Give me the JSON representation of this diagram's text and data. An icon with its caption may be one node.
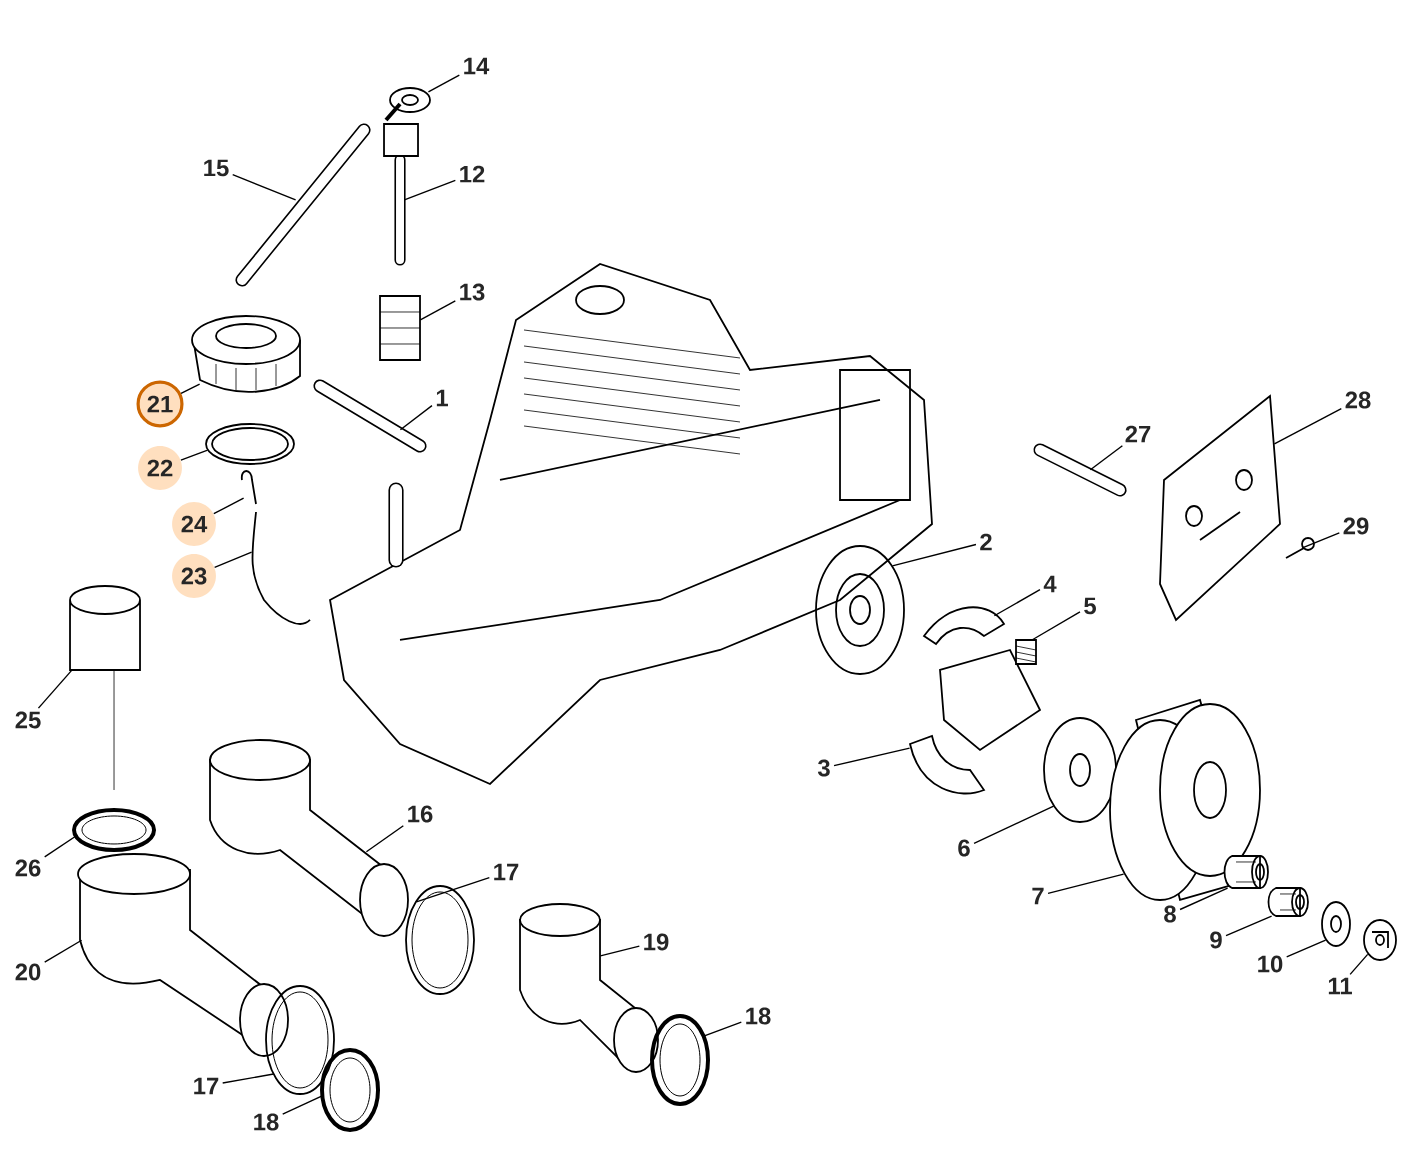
{
  "diagram": {
    "nodes": [
      {
        "text": [
          "14"
        ]
      },
      {
        "text": [
          "15"
        ]
      },
      {
        "text": [
          "12"
        ]
      },
      {
        "text": [
          "13"
        ]
      },
      {
        "text": [
          "28"
        ]
      },
      {
        "text": [
          "1"
        ]
      },
      {
        "text": [
          "21"
        ]
      },
      {
        "text": [
          "27"
        ]
      },
      {
        "text": [
          "22"
        ]
      },
      {
        "text": [
          "24"
        ]
      },
      {
        "text": [
          "29"
        ]
      },
      {
        "text": [
          "2"
        ]
      },
      {
        "text": [
          "23"
        ]
      },
      {
        "text": [
          "4"
        ]
      },
      {
        "text": [
          "5"
        ]
      },
      {
        "text": [
          "25"
        ]
      },
      {
        "text": [
          "3"
        ]
      },
      {
        "text": [
          "16"
        ]
      },
      {
        "text": [
          "6"
        ]
      },
      {
        "text": [
          "26"
        ]
      },
      {
        "text": [
          "17"
        ]
      },
      {
        "text": [
          "7"
        ]
      },
      {
        "text": [
          "8"
        ]
      },
      {
        "text": [
          "9"
        ]
      },
      {
        "text": [
          "19"
        ]
      },
      {
        "text": [
          "10"
        ]
      },
      {
        "text": [
          "20"
        ]
      },
      {
        "text": [
          "11"
        ]
      },
      {
        "text": [
          "18"
        ]
      },
      {
        "text": [
          "17"
        ]
      },
      {
        "text": [
          "18"
        ]
      },
      {
        "text": [],
        "shape": "picture"
      },
      {
        "text": [],
        "shape": "picture"
      },
      {
        "text": [],
        "shape": "picture"
      },
      {
        "text": [],
        "shape": "picture"
      },
      {
        "text": [],
        "shape": "picture"
      },
      {
        "text": [],
        "shape": "picture"
      },
      {
        "text": [],
        "shape": "picture"
      },
      {
        "text": [],
        "shape": "picture"
      },
      {
        "text": [],
        "shape": "picture"
      },
      {
        "text": [],
        "shape": "picture"
      },
      {
        "text": [],
        "shape": "picture"
      },
      {
        "text": [],
        "shape": "picture"
      },
      {
        "text": [],
        "shape": "picture"
      },
      {
        "text": [],
        "shape": "picture"
      },
      {
        "text": [],
        "shape": "picture"
      },
      {
        "text": [],
        "shape": "picture"
      },
      {
        "text": [],
        "shape": "picture"
      },
      {
        "text": [],
        "shape": "picture"
      },
      {
        "text": [],
        "shape": "picture"
      },
      {
        "text": [],
        "shape": "picture"
      },
      {
        "text": [],
        "shape": "picture"
      },
      {
        "text": [],
        "shape": "picture"
      },
      {
        "text": [],
        "shape": "picture"
      },
      {
        "text": [],
        "shape": "picture"
      },
      {
        "text": [],
        "shape": "picture"
      },
      {
        "text": [],
        "shape": "picture"
      },
      {
        "text": [],
        "shape": "picture"
      },
      {
        "text": [],
        "shape": "picture"
      },
      {
        "text": [],
        "shape": "picture"
      },
      {
        "text": [],
        "shape": "picture"
      },
      {
        "text": [],
        "shape": "picture"
      }
    ],
    "edges": [
      {
        "from": 0,
        "to": 31,
        "arrow": "none"
      },
      {
        "from": 1,
        "to": 32,
        "arrow": "none"
      },
      {
        "from": 2,
        "to": 33,
        "arrow": "none"
      },
      {
        "from": 3,
        "to": 34,
        "arrow": "none"
      },
      {
        "from": 4,
        "to": 35,
        "arrow": "none"
      },
      {
        "from": 5,
        "to": 36,
        "arrow": "none"
      },
      {
        "from": 6,
        "to": 37,
        "arrow": "none"
      },
      {
        "from": 7,
        "to": 38,
        "arrow": "none"
      },
      {
        "from": 8,
        "to": 39,
        "arrow": "none"
      },
      {
        "from": 9,
        "to": 40,
        "arrow": "none"
      },
      {
        "from": 10,
        "to": 41,
        "arrow": "none"
      },
      {
        "from": 11,
        "to": 42,
        "arrow": "none"
      },
      {
        "from": 12,
        "to": 43,
        "arrow": "none"
      },
      {
        "from": 13,
        "to": 44,
        "arrow": "none"
      },
      {
        "from": 14,
        "to": 45,
        "arrow": "none"
      },
      {
        "from": 15,
        "to": 46,
        "arrow": "none"
      },
      {
        "from": 16,
        "to": 47,
        "arrow": "none"
      },
      {
        "from": 17,
        "to": 48,
        "arrow": "none"
      },
      {
        "from": 18,
        "to": 49,
        "arrow": "none"
      },
      {
        "from": 19,
        "to": 50,
        "arrow": "none"
      },
      {
        "from": 20,
        "to": 51,
        "arrow": "none"
      },
      {
        "from": 21,
        "to": 52,
        "arrow": "none"
      },
      {
        "from": 22,
        "to": 53,
        "arrow": "none"
      },
      {
        "from": 23,
        "to": 54,
        "arrow": "none"
      },
      {
        "from": 24,
        "to": 55,
        "arrow": "none"
      },
      {
        "from": 25,
        "to": 56,
        "arrow": "none"
      },
      {
        "from": 26,
        "to": 57,
        "arrow": "none"
      },
      {
        "from": 27,
        "to": 58,
        "arrow": "none"
      },
      {
        "from": 28,
        "to": 59,
        "arrow": "none"
      },
      {
        "from": 29,
        "to": 60,
        "arrow": "none"
      },
      {
        "from": 30,
        "to": 61,
        "arrow": "none"
      }
    ]
  }
}
